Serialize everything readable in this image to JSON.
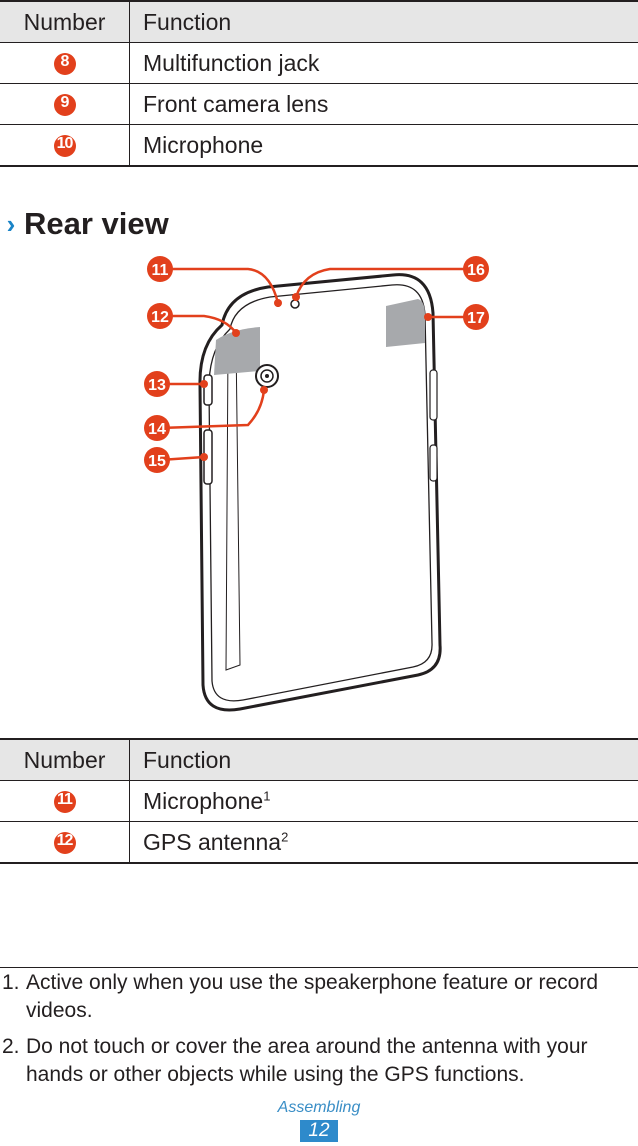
{
  "table1": {
    "header": {
      "number": "Number",
      "function": "Function"
    },
    "rows": [
      {
        "number": "8",
        "function": "Multifunction jack"
      },
      {
        "number": "9",
        "function": "Front camera lens"
      },
      {
        "number": "10",
        "function": "Microphone"
      }
    ]
  },
  "section": {
    "chevron": "›",
    "title": "Rear view"
  },
  "diagram": {
    "callouts": [
      "11",
      "12",
      "13",
      "14",
      "15",
      "16",
      "17"
    ]
  },
  "table2": {
    "header": {
      "number": "Number",
      "function": "Function"
    },
    "rows": [
      {
        "number": "11",
        "function": "Microphone",
        "sup": "1"
      },
      {
        "number": "12",
        "function": "GPS antenna",
        "sup": "2"
      }
    ]
  },
  "footnotes": [
    {
      "num": "1.",
      "text": "Active only when you use the speakerphone feature or record videos."
    },
    {
      "num": "2.",
      "text": "Do not touch or cover the area around the antenna with your hands or other objects while using the GPS functions."
    }
  ],
  "footer": {
    "section": "Assembling",
    "page": "12"
  },
  "colors": {
    "callout": "#e2401c",
    "accent": "#2e8acb",
    "header_bg": "#e6e6e6"
  }
}
